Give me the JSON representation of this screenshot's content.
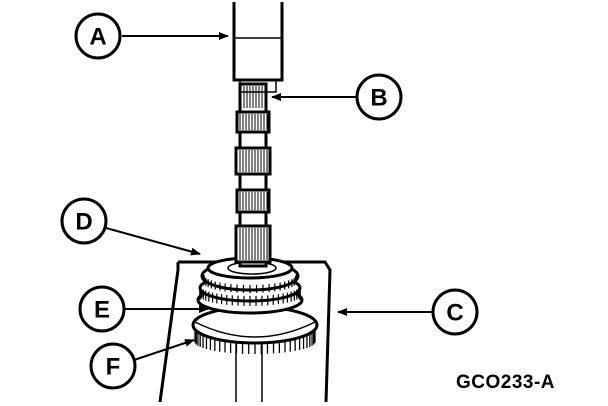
{
  "figure": {
    "id_label": "GCO233-A",
    "colors": {
      "ink": "#000000",
      "paper": "#ffffff"
    }
  },
  "callouts": {
    "a": "A",
    "b": "B",
    "c": "C",
    "d": "D",
    "e": "E",
    "f": "F"
  }
}
